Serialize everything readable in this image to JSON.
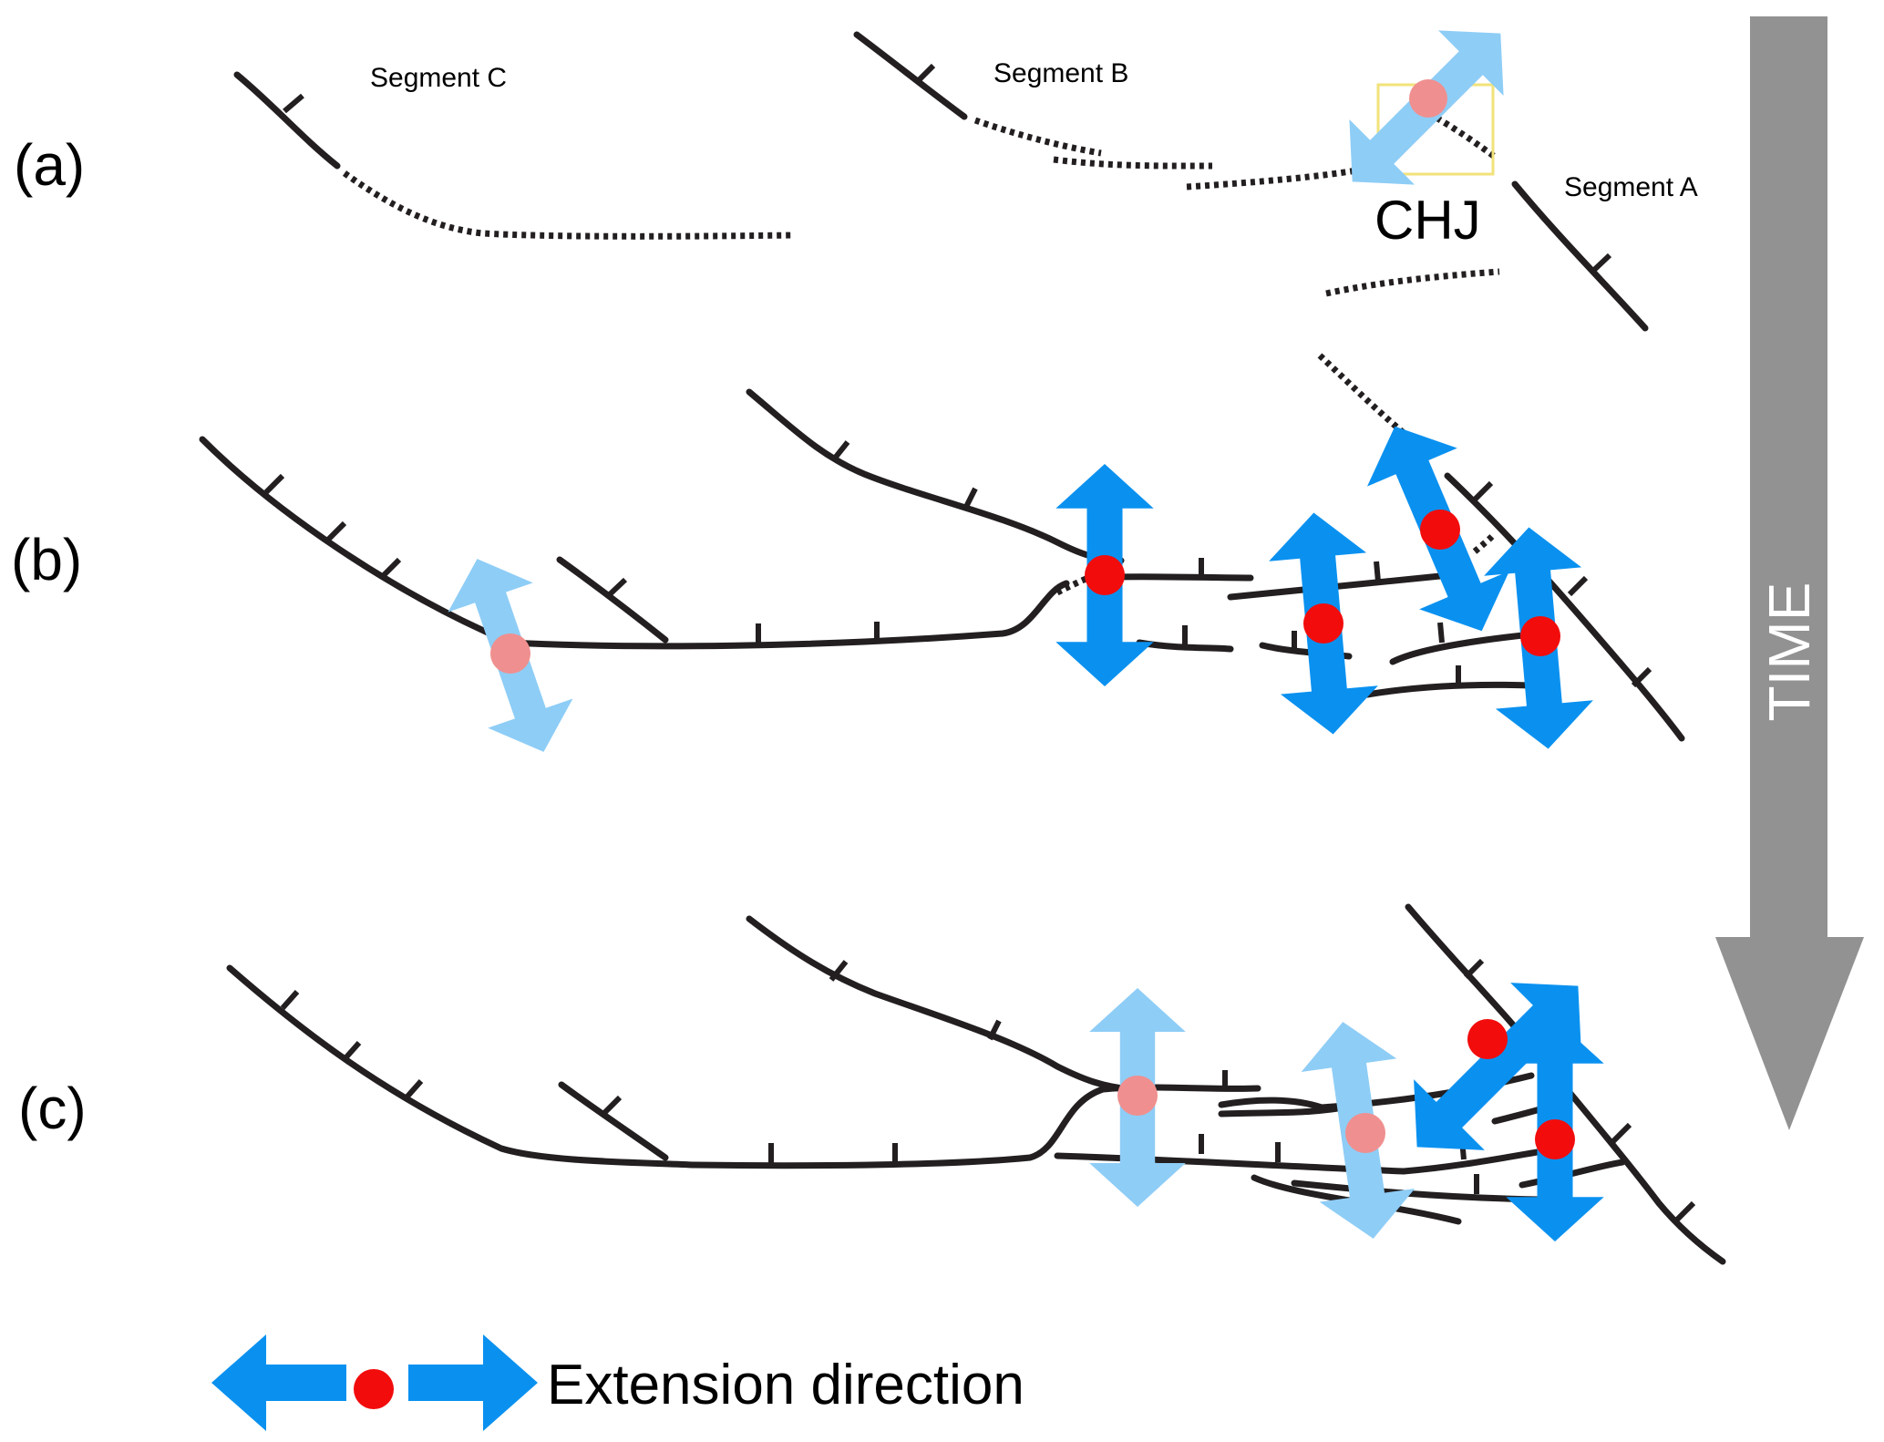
{
  "panels": {
    "a": {
      "label": "(a)"
    },
    "b": {
      "label": "(b)"
    },
    "c": {
      "label": "(c)"
    }
  },
  "segments": {
    "c": "Segment C",
    "b": "Segment B",
    "a": "Segment A"
  },
  "junction": {
    "label": "CHJ",
    "box_color": "#f2e27a"
  },
  "time_arrow": {
    "label": "TIME",
    "color": "#929292"
  },
  "legend": {
    "label": "Extension direction"
  },
  "colors": {
    "fault": "#231f20",
    "extension_arrow": "#0a91f0",
    "extension_arrow_faded": "#8ecdf6",
    "junction_point": "#f20c0c",
    "junction_point_faded": "#f08f8f"
  }
}
